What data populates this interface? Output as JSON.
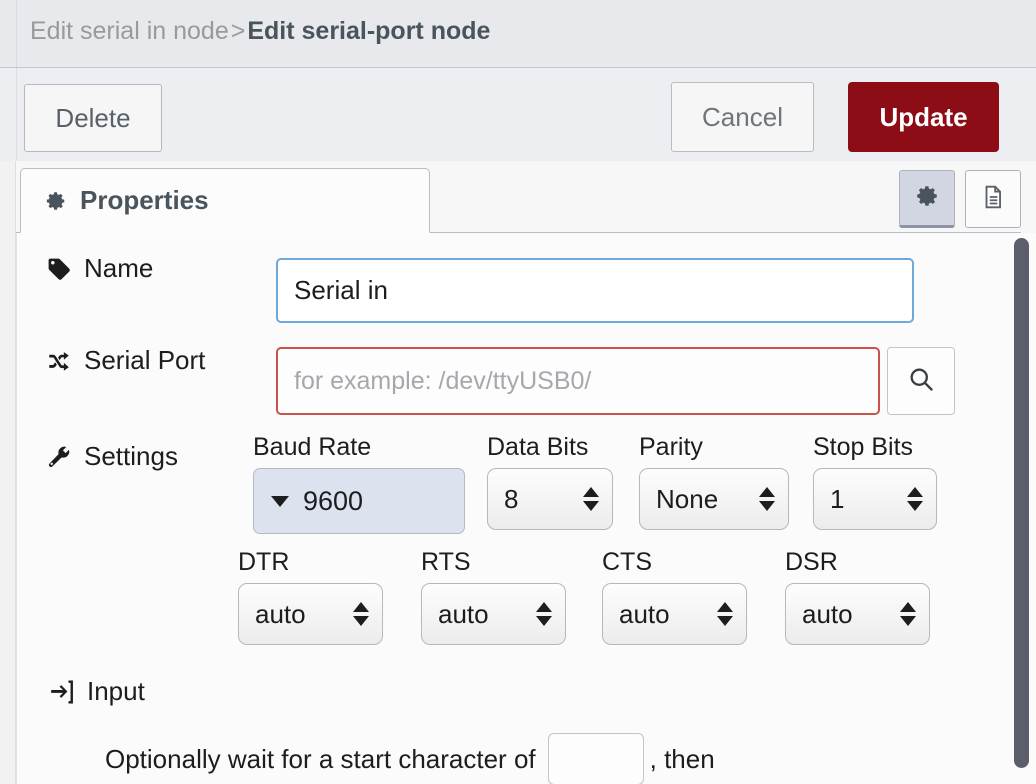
{
  "header": {
    "breadcrumb_parent": "Edit serial in node",
    "breadcrumb_separator": ">",
    "breadcrumb_current": "Edit serial-port node"
  },
  "actions": {
    "delete_label": "Delete",
    "cancel_label": "Cancel",
    "update_label": "Update",
    "update_color": "#8c0d16"
  },
  "tabs": {
    "properties_label": "Properties",
    "settings_icon": "gear-icon",
    "docs_icon": "document-icon"
  },
  "form": {
    "name": {
      "label": "Name",
      "icon": "tag-icon",
      "value": "Serial in",
      "placeholder": "Name",
      "focus_color": "#6fa8dc"
    },
    "serial_port": {
      "label": "Serial Port",
      "icon": "shuffle-icon",
      "value": "",
      "placeholder": "for example: /dev/ttyUSB0/",
      "error_color": "#c9524a",
      "search_icon": "search-icon"
    },
    "settings": {
      "label": "Settings",
      "icon": "wrench-icon",
      "fields": [
        {
          "caption": "Baud Rate",
          "value": "9600",
          "kind": "combobox"
        },
        {
          "caption": "Data Bits",
          "value": "8",
          "kind": "select"
        },
        {
          "caption": "Parity",
          "value": "None",
          "kind": "select"
        },
        {
          "caption": "Stop Bits",
          "value": "1",
          "kind": "select"
        }
      ],
      "flow_fields": [
        {
          "caption": "DTR",
          "value": "auto",
          "kind": "select"
        },
        {
          "caption": "RTS",
          "value": "auto",
          "kind": "select"
        },
        {
          "caption": "CTS",
          "value": "auto",
          "kind": "select"
        },
        {
          "caption": "DSR",
          "value": "auto",
          "kind": "select"
        }
      ]
    },
    "input_section": {
      "label": "Input",
      "icon": "sign-in-icon",
      "text_before": "Optionally wait for a start character of",
      "start_char_value": "",
      "text_after": ", then"
    }
  }
}
